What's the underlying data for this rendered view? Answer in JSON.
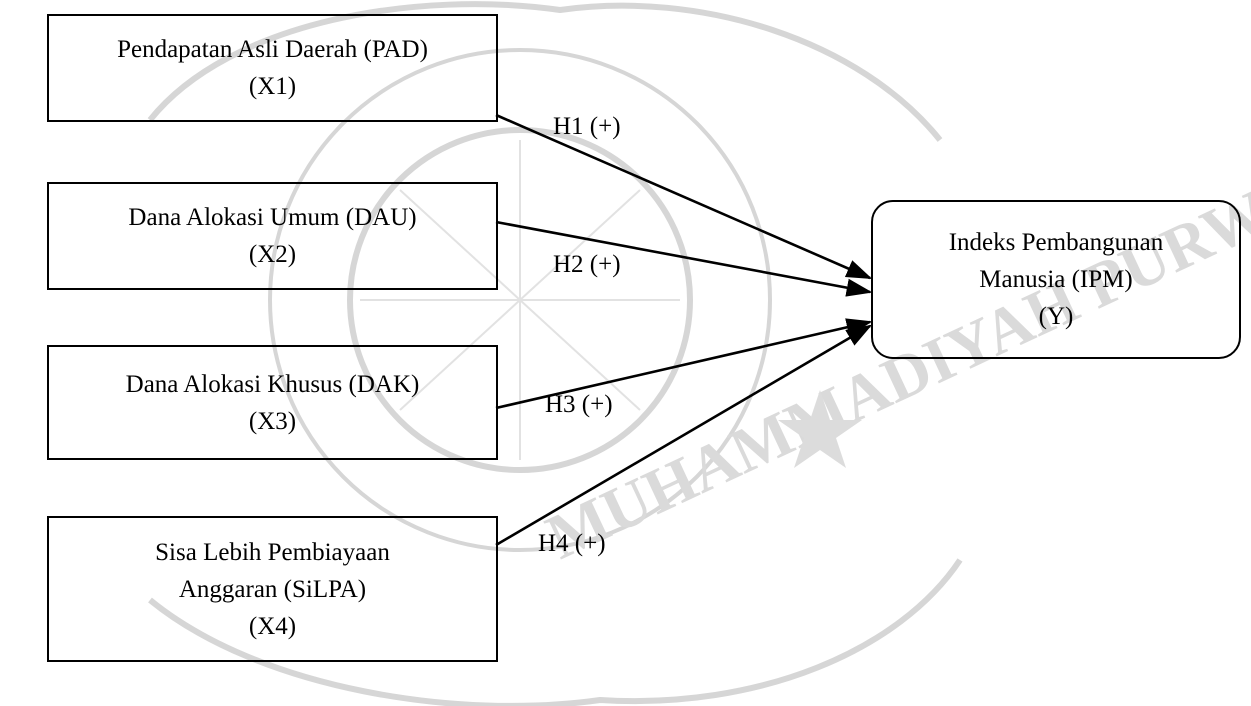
{
  "diagram": {
    "independent_variables": [
      {
        "id": "x1",
        "lines": [
          "Pendapatan Asli Daerah (PAD)",
          "(X1)"
        ]
      },
      {
        "id": "x2",
        "lines": [
          "Dana Alokasi Umum (DAU)",
          "(X2)"
        ]
      },
      {
        "id": "x3",
        "lines": [
          "Dana Alokasi Khusus (DAK)",
          "(X3)"
        ]
      },
      {
        "id": "x4",
        "lines": [
          "Sisa Lebih Pembiayaan",
          "Anggaran (SiLPA)",
          "(X4)"
        ]
      }
    ],
    "dependent_variable": {
      "id": "y",
      "lines": [
        "Indeks Pembangunan",
        "Manusia (IPM)",
        "(Y)"
      ]
    },
    "hypotheses": [
      {
        "label": "H1 (+)",
        "from": "x1",
        "to": "y"
      },
      {
        "label": "H2 (+)",
        "from": "x2",
        "to": "y"
      },
      {
        "label": "H3 (+)",
        "from": "x3",
        "to": "y"
      },
      {
        "label": "H4 (+)",
        "from": "x4",
        "to": "y"
      }
    ]
  },
  "watermark": {
    "text": "MUHAMMADIYAH PURWOKERTO",
    "color": "#d4d4d4"
  }
}
